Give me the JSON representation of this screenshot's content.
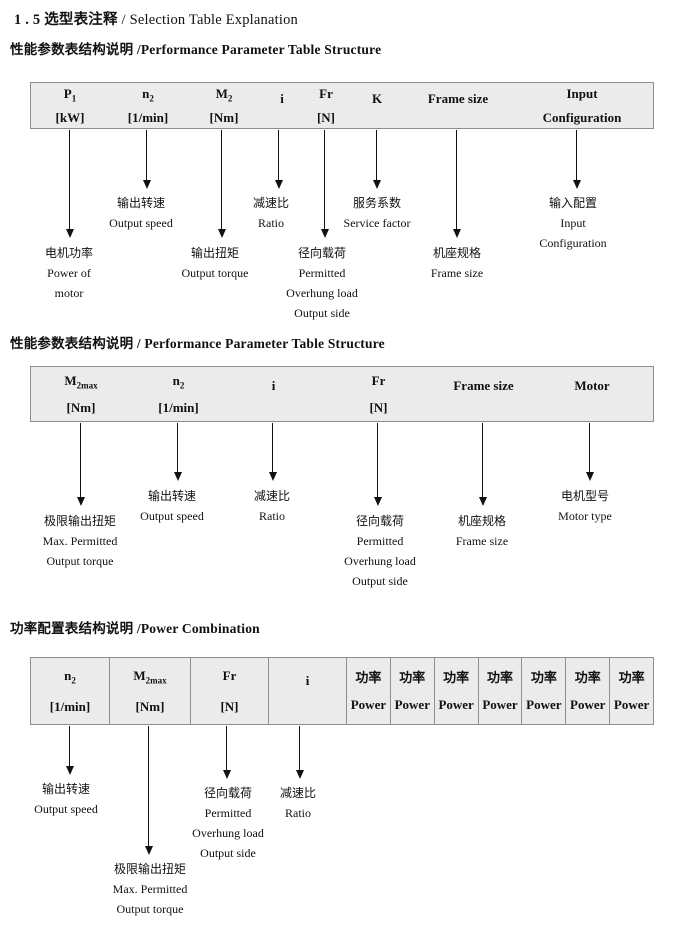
{
  "page_title": {
    "zh": "1 . 5 选型表注释",
    "en": " / Selection Table Explanation"
  },
  "section1": {
    "heading": "性能参数表结构说明 /Performance Parameter Table Structure",
    "cols": [
      {
        "sym": "P",
        "sub": "1",
        "unit": "[kW]"
      },
      {
        "sym": "n",
        "sub": "2",
        "unit": "[1/min]"
      },
      {
        "sym": "M",
        "sub": "2",
        "unit": "[Nm]"
      },
      {
        "sym": "i",
        "sub": "",
        "unit": ""
      },
      {
        "sym": "Fr",
        "sub": "",
        "unit": "[N]"
      },
      {
        "sym": "K",
        "sub": "",
        "unit": ""
      },
      {
        "sym": "Frame size",
        "sub": "",
        "unit": ""
      },
      {
        "sym": "Input",
        "sub": "",
        "unit": "Configuration"
      }
    ],
    "notes": {
      "power": [
        "电机功率",
        "Power of",
        "motor"
      ],
      "speed": [
        "输出转速",
        "Output speed"
      ],
      "torque": [
        "输出扭矩",
        "Output torque"
      ],
      "ratio": [
        "减速比",
        "Ratio"
      ],
      "overhung": [
        "径向载荷",
        "Permitted",
        "Overhung load",
        "Output side"
      ],
      "service": [
        "服务系数",
        "Service factor"
      ],
      "frame": [
        "机座规格",
        "Frame size"
      ],
      "input": [
        "输入配置",
        "Input",
        "Configuration"
      ]
    }
  },
  "section2": {
    "heading": "性能参数表结构说明 / Performance Parameter Table Structure",
    "cols": [
      {
        "sym": "M",
        "sub": "2max",
        "unit": "[Nm]"
      },
      {
        "sym": "n",
        "sub": "2",
        "unit": "[1/min]"
      },
      {
        "sym": "i",
        "sub": "",
        "unit": ""
      },
      {
        "sym": "Fr",
        "sub": "",
        "unit": "[N]"
      },
      {
        "sym": "Frame size",
        "sub": "",
        "unit": ""
      },
      {
        "sym": "Motor",
        "sub": "",
        "unit": ""
      }
    ],
    "notes": {
      "maxtorque": [
        "极限输出扭矩",
        "Max. Permitted",
        "Output torque"
      ],
      "speed": [
        "输出转速",
        "Output speed"
      ],
      "ratio": [
        "减速比",
        "Ratio"
      ],
      "overhung": [
        "径向载荷",
        "Permitted",
        "Overhung load",
        "Output side"
      ],
      "frame": [
        "机座规格",
        "Frame size"
      ],
      "motor": [
        "电机型号",
        "Motor type"
      ]
    }
  },
  "section3": {
    "heading": "功率配置表结构说明 /Power Combination",
    "cols": [
      {
        "sym": "n",
        "sub": "2",
        "unit": "[1/min]"
      },
      {
        "sym": "M",
        "sub": "2max",
        "unit": "[Nm]"
      },
      {
        "sym": "Fr",
        "sub": "",
        "unit": "[N]"
      },
      {
        "sym": "i",
        "sub": "",
        "unit": ""
      }
    ],
    "power_col": {
      "zh": "功率",
      "en": "Power"
    },
    "notes": {
      "speed": [
        "输出转速",
        "Output speed"
      ],
      "maxtorque": [
        "极限输出扭矩",
        "Max. Permitted",
        "Output torque"
      ],
      "overhung": [
        "径向载荷",
        "Permitted",
        "Overhung load",
        "Output side"
      ],
      "ratio": [
        "减速比",
        "Ratio"
      ]
    }
  }
}
